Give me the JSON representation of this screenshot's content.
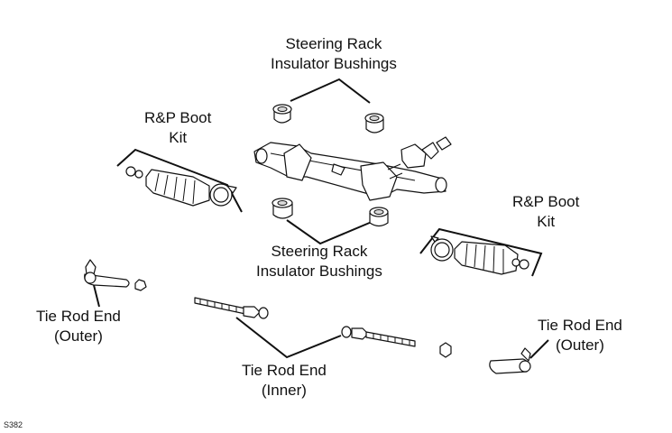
{
  "labels": {
    "rack_bushings_top": {
      "line1": "Steering Rack",
      "line2": "Insulator Bushings"
    },
    "rack_bushings_bottom": {
      "line1": "Steering Rack",
      "line2": "Insulator Bushings"
    },
    "boot_kit_left": {
      "line1": "R&P Boot",
      "line2": "Kit"
    },
    "boot_kit_right": {
      "line1": "R&P Boot",
      "line2": "Kit"
    },
    "tie_rod_outer_left": {
      "line1": "Tie Rod End",
      "line2": "(Outer)"
    },
    "tie_rod_inner": {
      "line1": "Tie Rod End",
      "line2": "(Inner)"
    },
    "tie_rod_outer_right": {
      "line1": "Tie Rod End",
      "line2": "(Outer)"
    }
  },
  "figure_code": "S382"
}
